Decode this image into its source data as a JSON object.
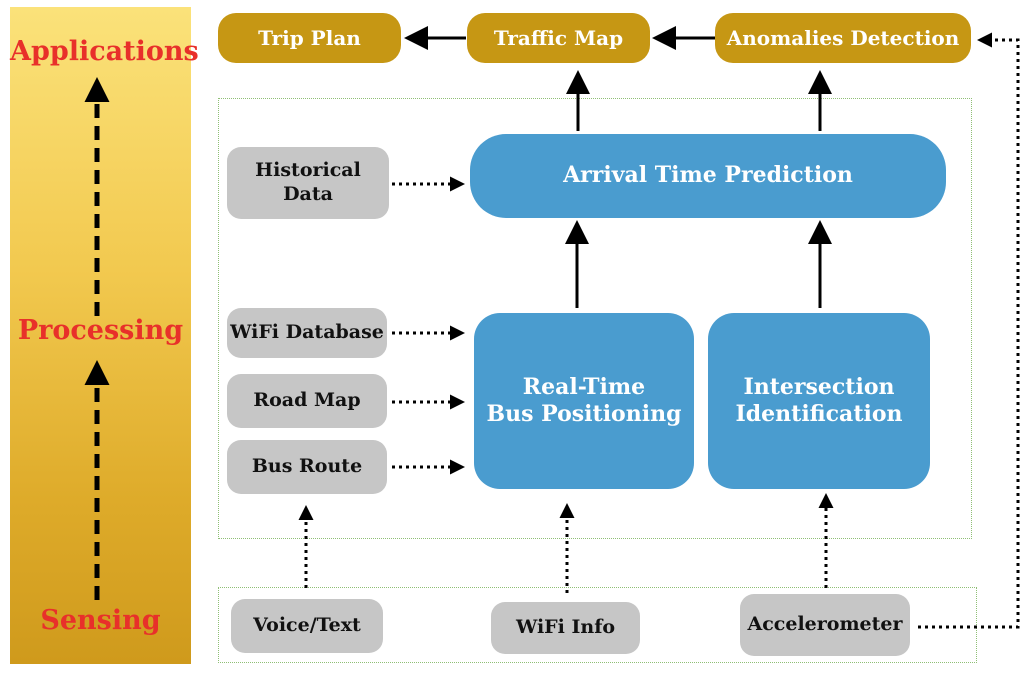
{
  "layers": {
    "applications": "Applications",
    "processing": "Processing",
    "sensing": "Sensing"
  },
  "applications": {
    "trip_plan": "Trip Plan",
    "traffic_map": "Traffic Map",
    "anomalies_detection": "Anomalies Detection"
  },
  "processing": {
    "historical_data_line1": "Historical",
    "historical_data_line2": "Data",
    "arrival_time_prediction": "Arrival Time Prediction",
    "wifi_database": "WiFi Database",
    "road_map": "Road Map",
    "bus_route": "Bus Route",
    "realtime_line1": "Real-Time",
    "realtime_line2": "Bus Positioning",
    "intersection_line1": "Intersection",
    "intersection_line2": "Identification"
  },
  "sensing": {
    "voice_text": "Voice/Text",
    "wifi_info": "WiFi Info",
    "accelerometer": "Accelerometer"
  },
  "colors": {
    "application_box": "#c69714",
    "processing_box": "#4a9ccf",
    "data_box": "#c6c6c6",
    "layer_label": "#e8302a",
    "region_border": "#8fbf75"
  }
}
